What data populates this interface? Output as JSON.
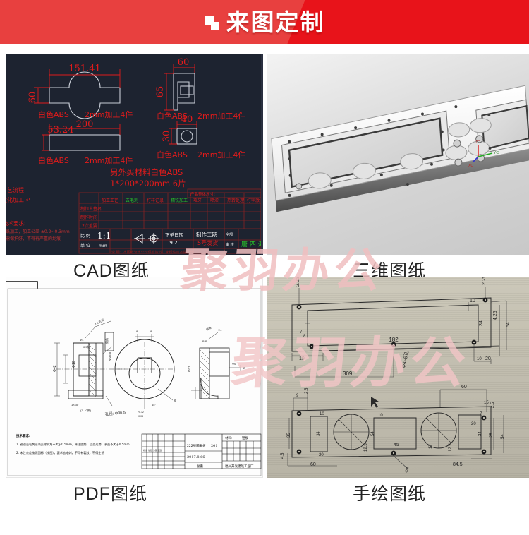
{
  "banner": {
    "title": "来图定制",
    "icon": "layers-icon",
    "bg_color": "#e8131a",
    "accent_color": "#e8403f",
    "text_color": "#ffffff"
  },
  "watermark": {
    "text": "聚羽办公",
    "color": "#f0bfc0"
  },
  "panels": [
    {
      "id": "cad",
      "caption": "CAD图纸"
    },
    {
      "id": "3d",
      "caption": "三维图纸"
    },
    {
      "id": "pdf",
      "caption": "PDF图纸"
    },
    {
      "id": "hand",
      "caption": "手绘图纸"
    }
  ],
  "cad_drawing": {
    "background": "#1d2330",
    "dim_color": "#e01b1b",
    "geom_color": "#c8cdd6",
    "parts": [
      {
        "name": "bowtie-plate",
        "width_dim": "151.41",
        "height_dim": "60",
        "material": "白色ABS",
        "process": "2mm加工4件"
      },
      {
        "name": "l-bracket",
        "width_dim": "60",
        "height_dim": "65",
        "material": "白色ABS",
        "process": "2mm加工4件"
      },
      {
        "name": "long-strip",
        "width_dim": "200",
        "height_dim": "53.24",
        "material": "白色ABS",
        "process": "2mm加工4件"
      },
      {
        "name": "round-hole-block",
        "width_dim": "40",
        "height_dim": "30",
        "material": "白色ABS",
        "process": "2mm加工4件"
      }
    ],
    "notes": [
      "另外买材料白色ABS",
      "1*200*200mm 6片"
    ],
    "left_notes": [
      "艺流程",
      "数化加工 ↵",
      "技术要求:",
      "按图纸加工，加工公差 ±0.2~0.3mm",
      "表面需保护好，不得有严重的划痕"
    ],
    "title_block": {
      "product_size_label": "产品整体尺寸:",
      "process_headers": [
        "加工工艺",
        "去毛刺",
        "打样记录",
        "精铣加工",
        "攻牙",
        "喷漆",
        "热转处理",
        "打字激"
      ],
      "row_labels": [
        "制作人签名",
        "制作时间",
        "2次重要"
      ],
      "scale_label": "比 例",
      "scale_value": "1:1",
      "unit_label": "单 位",
      "unit_value": "mm",
      "order_date_label": "下单日期",
      "order_date_value": "9.2",
      "lead_time_label": "制作工期:",
      "lead_time_value": "5号发货",
      "qty_label": "全部",
      "review_label": "审 核",
      "reviewer": "唐 四 海"
    }
  },
  "three_d_drawing": {
    "name": "metal-bezel-faceplate",
    "axis_labels": {
      "x": "XC",
      "y": "YC",
      "z": "ZC"
    }
  },
  "pdf_drawing": {
    "notes_title": "技术要求:",
    "notes": [
      "1. 锐边及毛刺必须去除倒角不大于0.5mm，未注圆角，过渡光滑，表面不大于0.5mm",
      "2. 未注公差按照国标（按图），要求去毛刺，不得有裂纹，不得生锈"
    ],
    "title_block": {
      "part_name": "222号隔离板",
      "date": "2017.8.66",
      "material_label": "材料:",
      "material_value": "铝板",
      "company": "福州开发建筑工业厂",
      "drawing_label": "总重"
    },
    "dims": [
      "Φ36.5",
      "+0.12",
      "-0.04"
    ]
  },
  "hand_drawing": {
    "dimensions_top": [
      "2.25",
      "2.25",
      "10",
      "34",
      "4.25",
      "54",
      "7",
      "8",
      "19",
      "182",
      "309",
      "20",
      "Φ4~5孔",
      "10"
    ],
    "dimensions_bottom": [
      "9",
      "2.5",
      "35",
      "10",
      "20",
      "45",
      "60",
      "60",
      "15",
      "7",
      "2.5",
      "20",
      "34",
      "25",
      "54",
      "84.5",
      "12.5",
      "12.5",
      "17"
    ]
  }
}
